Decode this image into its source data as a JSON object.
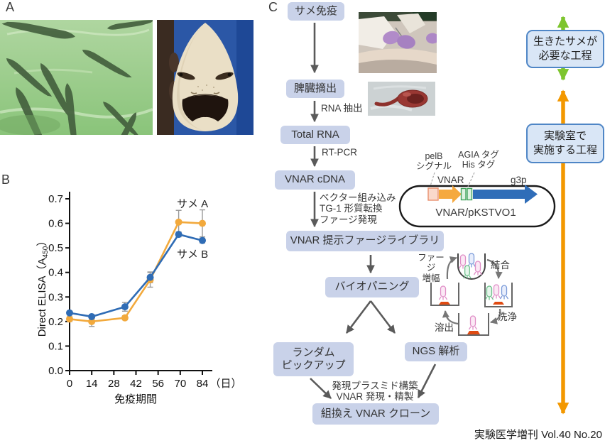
{
  "figure": {
    "panel_a_label": "A",
    "panel_b_label": "B",
    "panel_c_label": "C",
    "footer": "実験医学増刊 Vol.40 No.20"
  },
  "chart_data": {
    "type": "line",
    "title": "",
    "xlabel": "免疫期間",
    "x_unit": "（日）",
    "ylabel": "Direct ELISA（A450）",
    "ylabel_pre": "Direct ELISA（A",
    "ylabel_sub": "450",
    "ylabel_post": "）",
    "xlim": [
      0,
      84
    ],
    "ylim": [
      0.0,
      0.7
    ],
    "xticks": [
      0,
      14,
      28,
      42,
      56,
      70,
      84
    ],
    "yticks": [
      0.0,
      0.1,
      0.2,
      0.3,
      0.4,
      0.5,
      0.6,
      0.7
    ],
    "grid": false,
    "legend_position": "right-inline",
    "x": [
      0,
      14,
      35,
      51,
      69,
      84
    ],
    "series": [
      {
        "name": "サメ A",
        "color": "#F2A93C",
        "values": [
          0.21,
          0.2,
          0.215,
          0.37,
          0.605,
          0.6
        ],
        "errors": [
          0.01,
          0.02,
          0.008,
          0.03,
          0.048,
          0.055
        ]
      },
      {
        "name": "サメ B",
        "color": "#2F6CB5",
        "values": [
          0.235,
          0.22,
          0.26,
          0.38,
          0.555,
          0.53
        ],
        "errors": [
          0.008,
          0.008,
          0.018,
          0.022,
          0.01,
          0.01
        ]
      }
    ]
  },
  "flow": {
    "immunization": "サメ免疫",
    "spleen_removal": "脾臓摘出",
    "rna_extraction": "RNA 抽出",
    "total_rna": "Total RNA",
    "rt_pcr": "RT-PCR",
    "vnar_cdna": "VNAR cDNA",
    "vector_steps": "ベクター組み込み\nTG-1 形質転換\nファージ発現",
    "phage_library": "VNAR 提示ファージライブラリ",
    "biopanning": "バイオパニング",
    "random_pickup": "ランダム\nピックアップ",
    "ngs": "NGS 解析",
    "expression_steps": "発現プラスミド構築\nVNAR 発現・精製",
    "recombinant_clone": "組換え VNAR クローン"
  },
  "plasmid": {
    "pelb_label": "pelB\nシグナル",
    "tag_label": "AGIA タグ\nHis タグ",
    "vnar_label": "VNAR",
    "g3p_label": "g3p",
    "name": "VNAR/pKSTVO1"
  },
  "panning_cycle": {
    "amplification": "ファージ\n増幅",
    "binding": "結合",
    "washing": "洗浄",
    "elution": "溶出"
  },
  "sidebar": {
    "live_shark_steps": "生きたサメが\n必要な工程",
    "lab_steps": "実験室で\n実施する工程"
  },
  "colors": {
    "flow_box_fill": "#C9D2E9",
    "side_box_fill": "#D9E6F6",
    "side_box_border": "#4F86C6",
    "arrow_gray": "#5A5A5A",
    "green_arrow": "#7DC52E",
    "orange_arrow": "#F39800",
    "series_a_orange": "#F2A93C",
    "series_b_blue": "#2F6CB5",
    "antigen_red": "#E04B12"
  }
}
